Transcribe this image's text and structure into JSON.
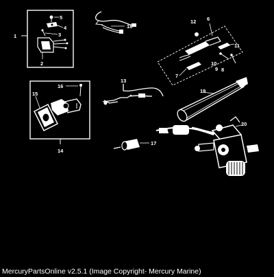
{
  "diagram": {
    "part_labels": [
      "1",
      "2",
      "3",
      "4",
      "5",
      "6",
      "7",
      "8",
      "9",
      "10",
      "11",
      "12",
      "13",
      "14",
      "15",
      "16",
      "17",
      "18",
      "19",
      "20"
    ]
  },
  "caption": "MercuryPartsOnline v2.5.1 (Image Copyright- Mercury Marine)"
}
